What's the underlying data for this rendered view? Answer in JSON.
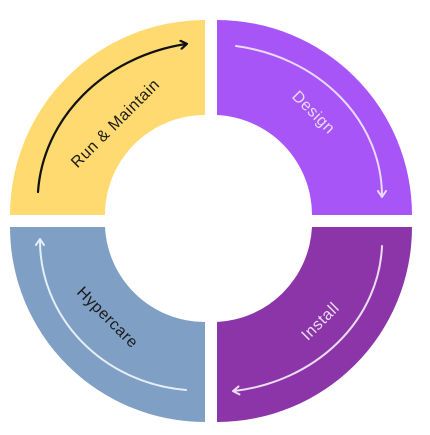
{
  "segments": [
    {
      "id": "run-maintain",
      "label": "Run & Maintain",
      "fill": "#FFDA70",
      "text_color": "#1a1a1a",
      "arrow_color": "#111111"
    },
    {
      "id": "design",
      "label": "Design",
      "fill": "#A855F7",
      "text_color": "#E8DAFB",
      "arrow_color": "#E9DBFF"
    },
    {
      "id": "install",
      "label": "Install",
      "fill": "#8B35A8",
      "text_color": "#ECDDF5",
      "arrow_color": "#ECDDF5"
    },
    {
      "id": "hypercare",
      "label": "Hypercare",
      "fill": "#7FA0C4",
      "text_color": "#1a1a1a",
      "arrow_color": "#E6EEF7"
    }
  ]
}
